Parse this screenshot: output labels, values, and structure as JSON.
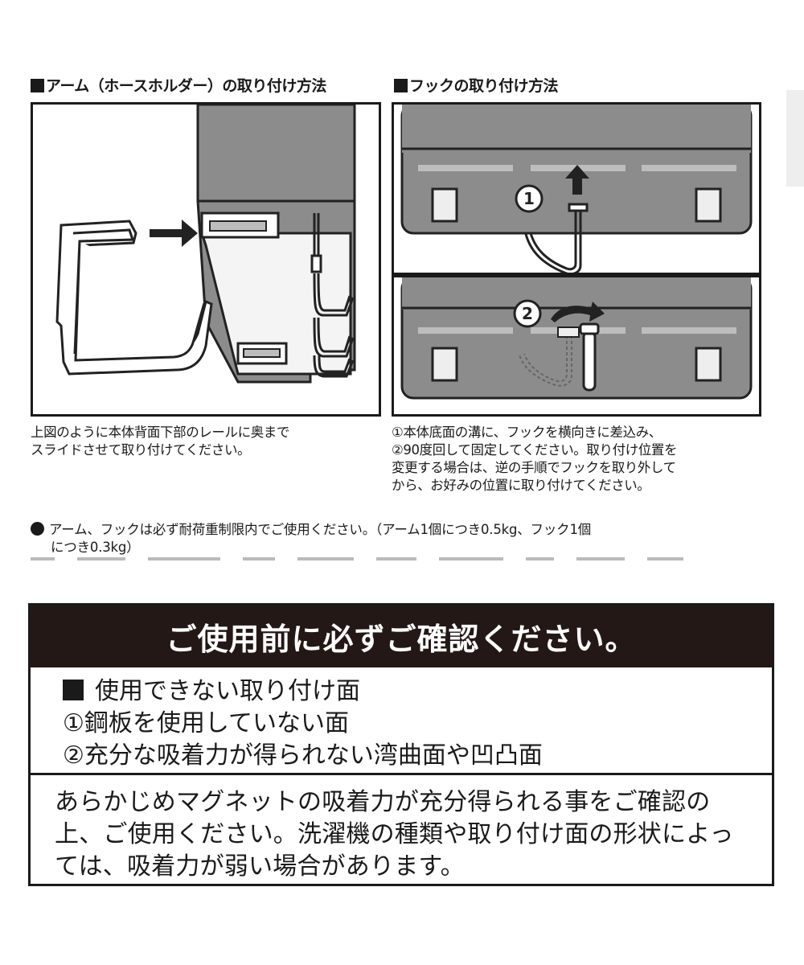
{
  "left": {
    "heading": "アーム（ホースホルダー）の取り付け方法",
    "caption": [
      "上図のように本体背面下部のレールに奥まで",
      "スライドさせて取り付けてください。"
    ],
    "figure": {
      "icons": [
        "arm-icon",
        "arrow-right-icon",
        "washer-body-icon",
        "hose-holder-icon"
      ]
    }
  },
  "right": {
    "heading": "フックの取り付け方法",
    "caption": [
      "①本体底面の溝に、フックを横向きに差込み、",
      "②90度回して固定してください。取り付け位置を",
      "変更する場合は、逆の手順でフックを取り外して",
      "から、お好みの位置に取り付けてください。"
    ],
    "step1_label": "1",
    "step2_label": "2",
    "figure": {
      "icons": [
        "hook-icon",
        "arrow-up-icon",
        "rotate-arrow-icon"
      ]
    }
  },
  "notes": {
    "line1": "アーム、フックは必ず耐荷重制限内でご使用ください。（アーム1個につき0.5kg、フック1個",
    "line2": "につき0.3kg）"
  },
  "confirm_box": {
    "title": "ご使用前に必ずご確認ください。",
    "section_title": "使用できない取り付け面",
    "items": [
      "①鋼板を使用していない面",
      "②充分な吸着力が得られない湾曲面や凹凸面"
    ],
    "body": [
      "あらかじめマグネットの吸着力が充分得られる事をご確認の",
      "上、ご使用ください。洗濯機の種類や取り付け面の形状によっ",
      "ては、吸着力が弱い場合があります。"
    ]
  },
  "colors": {
    "dark": "#231815",
    "panel_gray": "#8c8c8c",
    "light_gray": "#cfcfcf"
  }
}
